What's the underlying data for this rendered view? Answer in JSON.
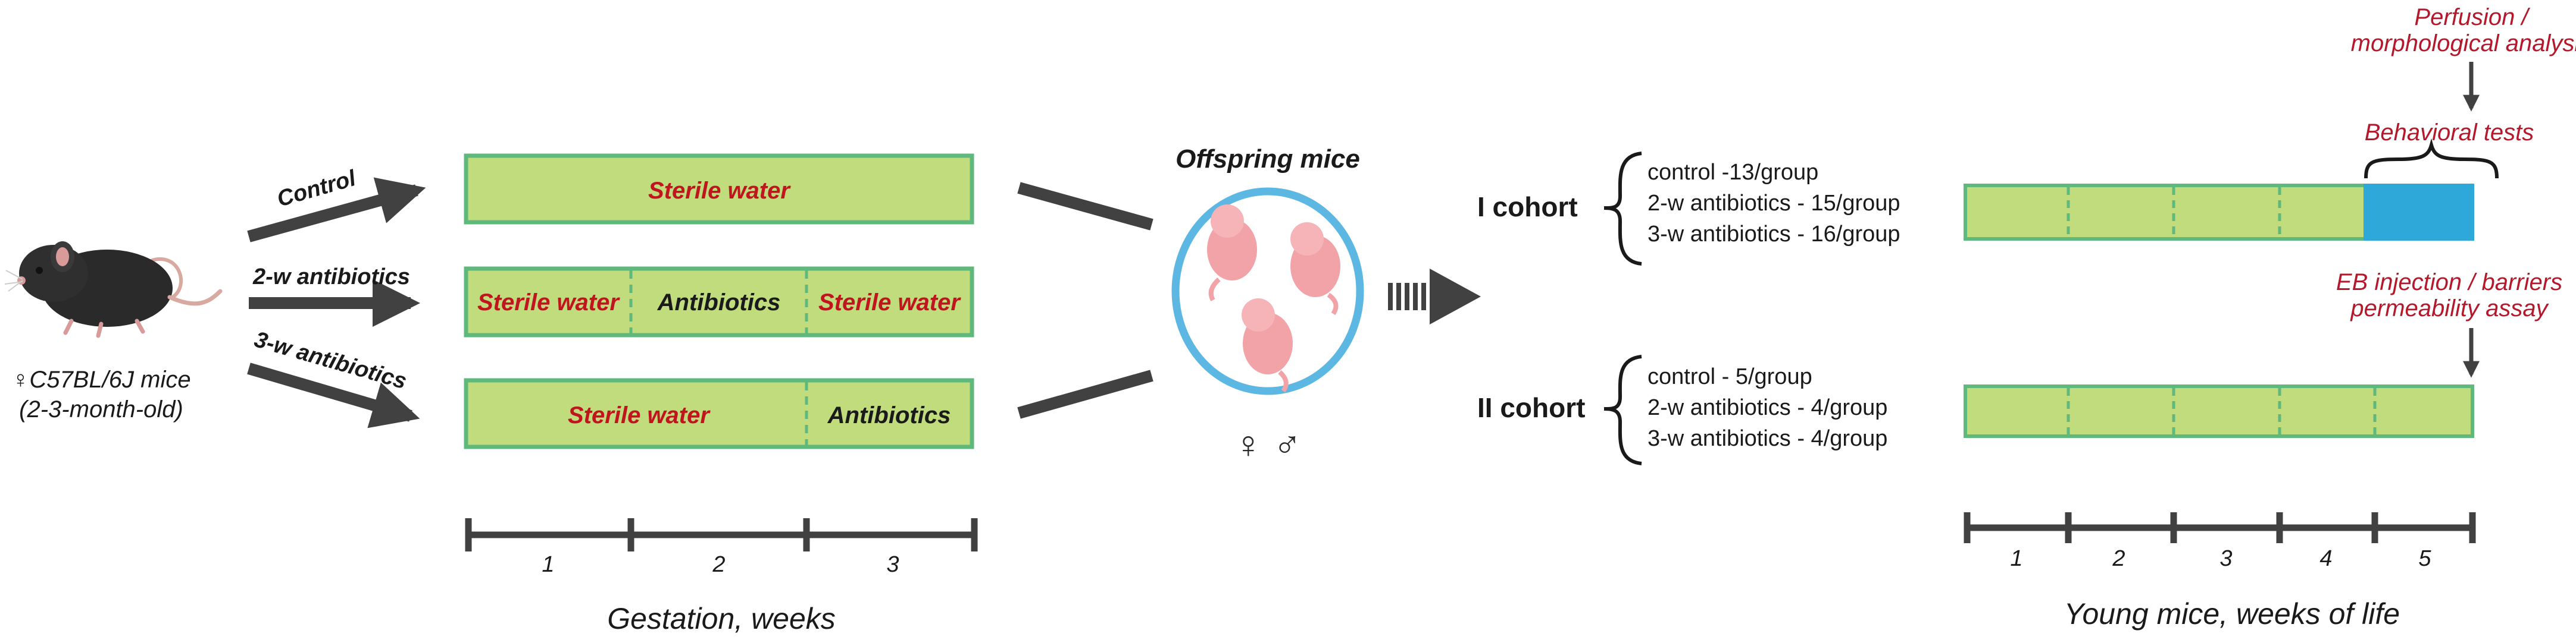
{
  "colors": {
    "bar_fill": "#c1dc7d",
    "bar_border": "#5fb97d",
    "sterile_text": "#c0141e",
    "annotation_text": "#b5182b",
    "arrow": "#414141",
    "dark_text": "#1a1a1a",
    "timeline_blue": "#2ea8d8",
    "circle": "#5cb8e2",
    "pup": "#f2a3a8"
  },
  "mouse": {
    "line1": "♀C57BL/6J mice",
    "line2": "(2-3-month-old)"
  },
  "arrows": {
    "control": "Control",
    "two_w": "2-w antibiotics",
    "three_w": "3-w antibiotics"
  },
  "gestation_bars": {
    "control": {
      "sterile": "Sterile water"
    },
    "two_w": {
      "sterile_1": "Sterile water",
      "antibiotics": "Antibiotics",
      "sterile_2": "Sterile water"
    },
    "three_w": {
      "sterile": "Sterile water",
      "antibiotics": "Antibiotics"
    }
  },
  "gestation_axis": {
    "ticks": [
      "1",
      "2",
      "3"
    ],
    "label": "Gestation, weeks"
  },
  "offspring": {
    "title": "Offspring mice",
    "sexes": "♀ ♂"
  },
  "cohort1": {
    "label": "I cohort",
    "groups": [
      "control -13/group",
      "2-w antibiotics - 15/group",
      "3-w antibiotics - 16/group"
    ]
  },
  "cohort2": {
    "label": "II cohort",
    "groups": [
      "control - 5/group",
      "2-w antibiotics - 4/group",
      "3-w antibiotics - 4/group"
    ]
  },
  "annotations": {
    "perfusion_1": "Perfusion /",
    "perfusion_2": "morphological analysis",
    "behavioral": "Behavioral tests",
    "eb_1": "EB injection / barriers",
    "eb_2": "permeability assay"
  },
  "young_axis": {
    "ticks": [
      "1",
      "2",
      "3",
      "4",
      "5"
    ],
    "label": "Young mice, weeks of life"
  }
}
